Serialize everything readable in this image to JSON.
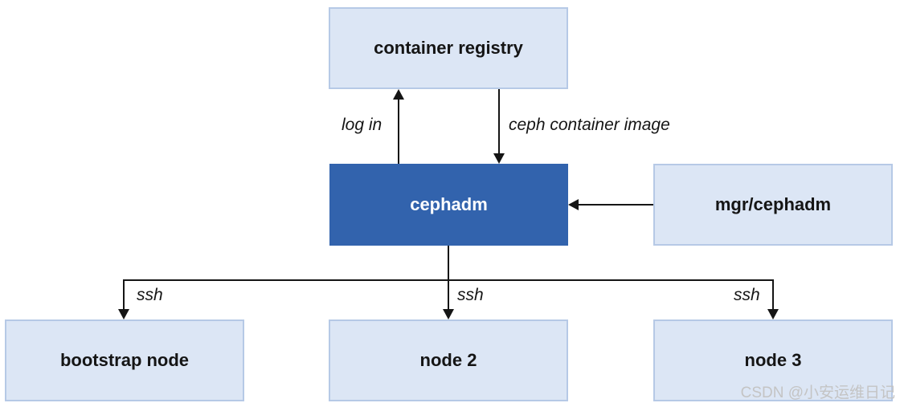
{
  "nodes": {
    "container_registry": "container registry",
    "cephadm": "cephadm",
    "mgr_cephadm": "mgr/cephadm",
    "bootstrap_node": "bootstrap node",
    "node2": "node 2",
    "node3": "node 3"
  },
  "edges": {
    "log_in": "log in",
    "ceph_container_image": "ceph container image",
    "ssh_bootstrap": "ssh",
    "ssh_node2": "ssh",
    "ssh_node3": "ssh"
  },
  "watermark": "CSDN @小安运维日记",
  "colors": {
    "box_fill": "#dce6f5",
    "box_border": "#b6c9e6",
    "primary_fill": "#3263ad",
    "line": "#151515"
  }
}
